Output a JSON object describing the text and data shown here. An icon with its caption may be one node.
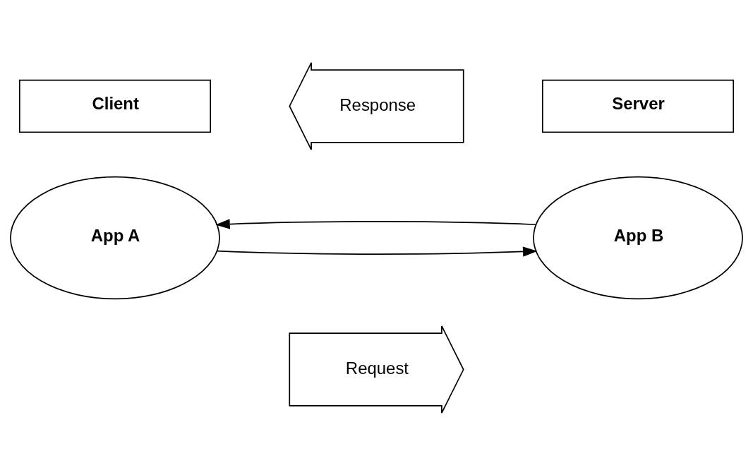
{
  "diagram": {
    "nodes": [
      {
        "text": [
          "App A"
        ]
      },
      {
        "text": [
          "App B"
        ]
      },
      {
        "text": [
          "Request"
        ]
      },
      {
        "text": [
          "Response"
        ]
      },
      {
        "text": [
          "Client"
        ]
      },
      {
        "text": [
          "Server"
        ]
      }
    ],
    "edges": [
      {
        "from": 0,
        "to": 1,
        "arrow": "to"
      },
      {
        "from": 1,
        "to": 0,
        "arrow": "to"
      }
    ]
  }
}
